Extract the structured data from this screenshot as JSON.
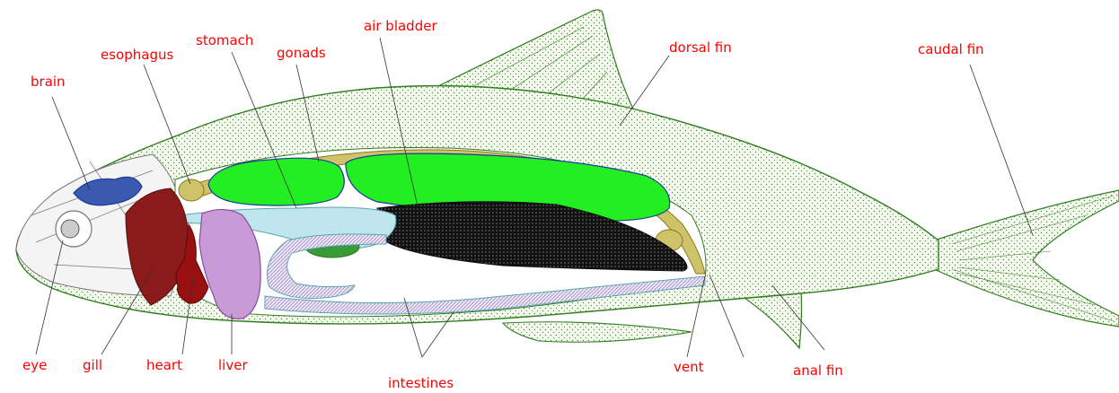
{
  "labels": {
    "brain": "brain",
    "esophagus": "esophagus",
    "stomach": "stomach",
    "gonads": "gonads",
    "air_bladder": "air bladder",
    "dorsal_fin": "dorsal fin",
    "caudal_fin": "caudal fin",
    "eye": "eye",
    "gill": "gill",
    "heart": "heart",
    "liver": "liver",
    "intestines": "intestines",
    "vent": "vent",
    "anal_fin": "anal fin"
  },
  "colors": {
    "label": "#ff0000",
    "outline": "#2e7d1e",
    "body_fill": "#eef6e4",
    "gonads": "#22ee22",
    "stomach_fill": "#111111",
    "air_bladder_edge": "#8a7a1a",
    "gill": "#8b1a1a",
    "heart": "#991010",
    "liver": "#b070c0",
    "intestine_fill": "#e6e0f2",
    "intestine_edge": "#5aa5b0",
    "brain": "#1a3a9a",
    "head_lines": "#777777"
  }
}
